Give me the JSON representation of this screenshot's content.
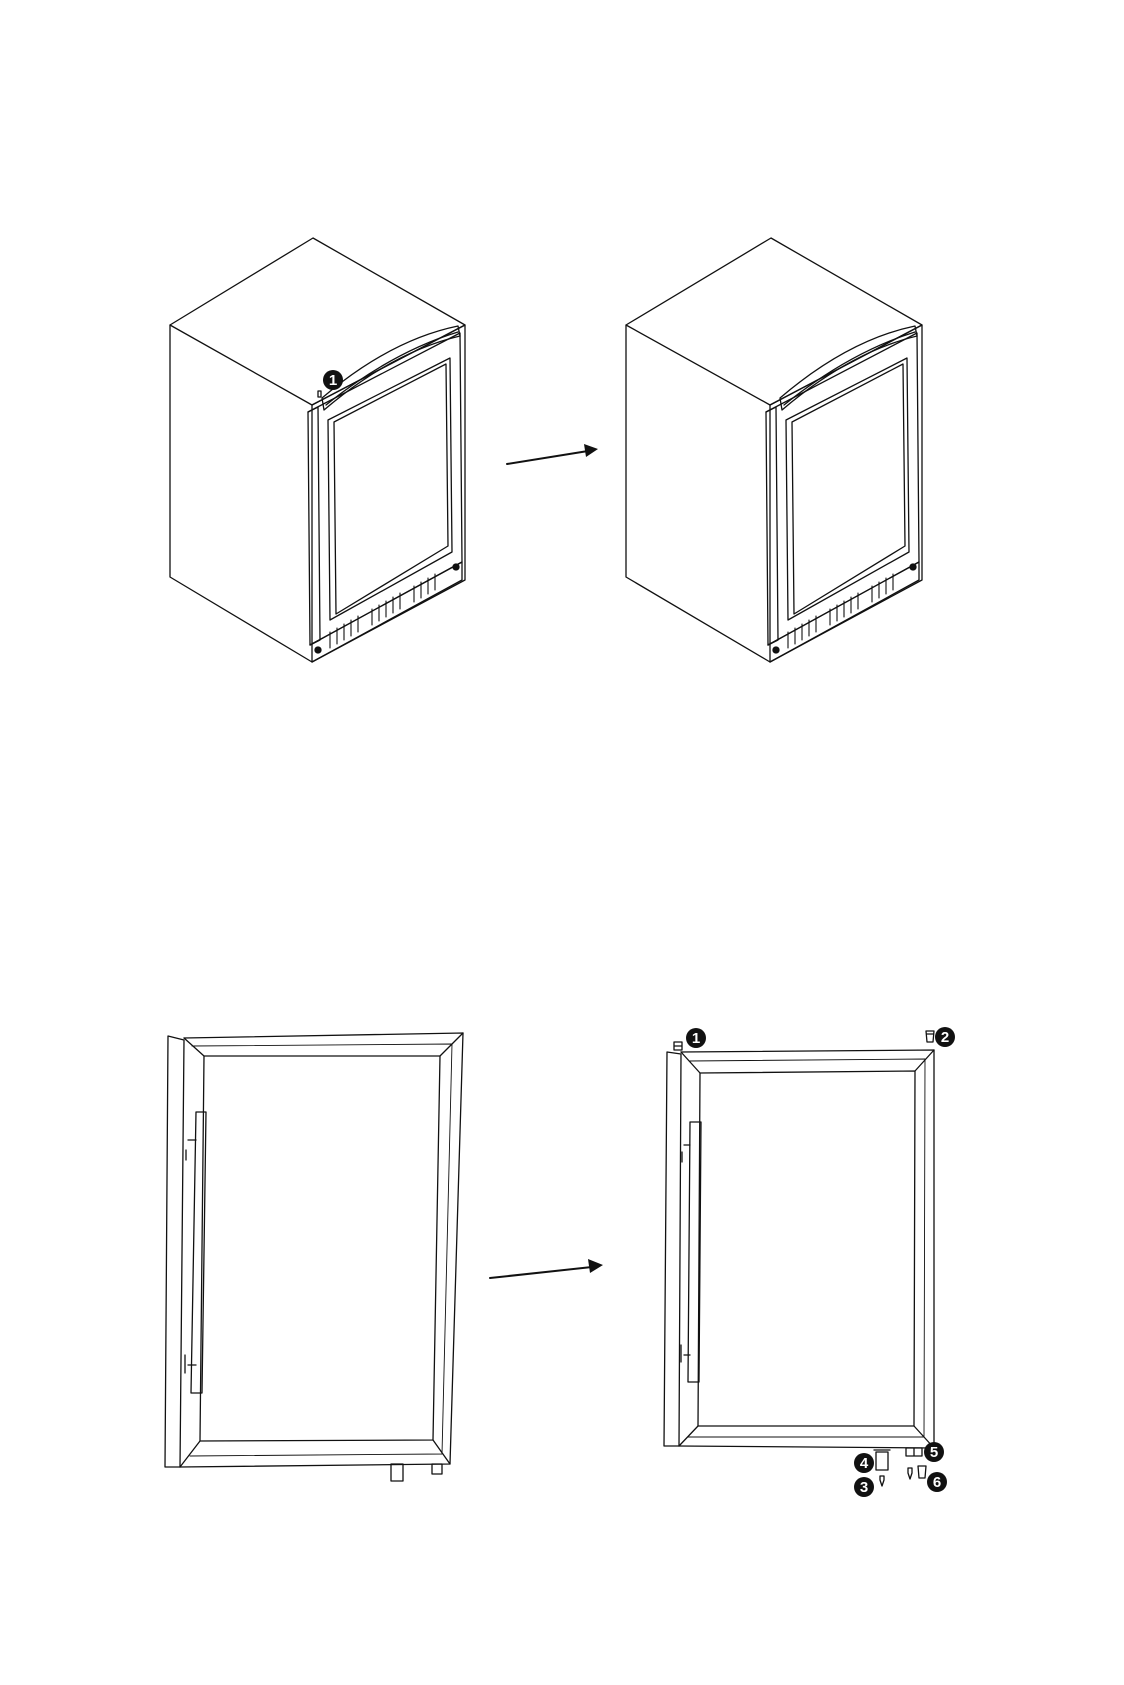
{
  "figures": {
    "top": {
      "before": {
        "callouts": [
          "1"
        ]
      },
      "after": {
        "callouts": []
      }
    },
    "bottom": {
      "before": {
        "callouts": []
      },
      "after": {
        "callouts": [
          "1",
          "2",
          "3",
          "4",
          "5",
          "6"
        ]
      }
    }
  },
  "icons": {
    "arrow": "right-arrow-icon"
  },
  "colors": {
    "line": "#111111",
    "background": "#ffffff"
  }
}
